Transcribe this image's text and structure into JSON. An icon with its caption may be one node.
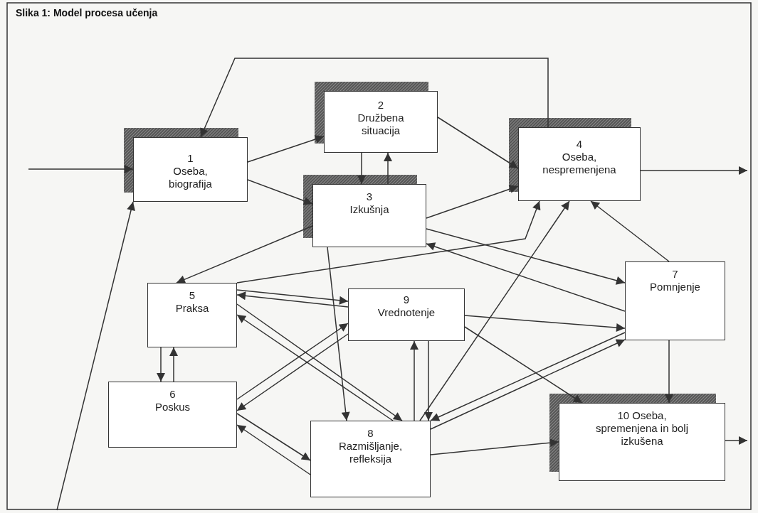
{
  "diagram": {
    "title": "Slika 1: Model procesa učenja",
    "nodes": [
      {
        "text": [
          "1",
          "Oseba, biografija"
        ]
      },
      {
        "text": [
          "2",
          "Družbena situacija"
        ]
      },
      {
        "text": [
          "3",
          "Izkušnja"
        ]
      },
      {
        "text": [
          "4",
          "Oseba, nespremenjena"
        ]
      },
      {
        "text": [
          "5",
          "Praksa"
        ]
      },
      {
        "text": [
          "6",
          "Poskus"
        ]
      },
      {
        "text": [
          "9",
          "Vrednotenje"
        ]
      },
      {
        "text": [
          "7",
          "Pomnjenje"
        ]
      },
      {
        "text": [
          "8",
          "Razmišljanje, refleksija"
        ]
      },
      {
        "text": [
          "10 Oseba, spremenjena in bolj izkušena"
        ]
      }
    ],
    "edges": [
      {
        "from": null,
        "to": 0,
        "arrow": "to"
      },
      {
        "from": null,
        "to": 0,
        "arrow": "to"
      },
      {
        "from": 0,
        "to": 1,
        "arrow": "to"
      },
      {
        "from": 0,
        "to": 2,
        "arrow": "to"
      },
      {
        "from": 1,
        "to": 2,
        "arrow": "to"
      },
      {
        "from": 2,
        "to": 1,
        "arrow": "to"
      },
      {
        "from": 1,
        "to": 3,
        "arrow": "to"
      },
      {
        "from": 2,
        "to": 3,
        "arrow": "to"
      },
      {
        "from": 3,
        "to": 0,
        "arrow": "to"
      },
      {
        "from": 3,
        "to": null,
        "arrow": "to"
      },
      {
        "from": 9,
        "to": null,
        "arrow": "to"
      },
      {
        "from": 2,
        "to": 4,
        "arrow": "to"
      },
      {
        "from": 4,
        "to": 3,
        "arrow": "to"
      },
      {
        "from": 2,
        "to": 7,
        "arrow": "to"
      },
      {
        "from": 7,
        "to": 2,
        "arrow": "to"
      },
      {
        "from": 4,
        "to": 6,
        "arrow": "to"
      },
      {
        "from": 6,
        "to": 4,
        "arrow": "to"
      },
      {
        "from": 4,
        "to": 8,
        "arrow": "to"
      },
      {
        "from": 8,
        "to": 4,
        "arrow": "to"
      },
      {
        "from": 6,
        "to": 5,
        "arrow": "to"
      },
      {
        "from": 5,
        "to": 6,
        "arrow": "to"
      },
      {
        "from": 5,
        "to": 8,
        "arrow": "to"
      },
      {
        "from": 8,
        "to": 5,
        "arrow": "to"
      },
      {
        "from": 4,
        "to": 5,
        "arrow": "to"
      },
      {
        "from": 5,
        "to": 4,
        "arrow": "to"
      },
      {
        "from": 2,
        "to": 8,
        "arrow": "to"
      },
      {
        "from": 8,
        "to": 6,
        "arrow": "to"
      },
      {
        "from": 6,
        "to": 8,
        "arrow": "to"
      },
      {
        "from": 8,
        "to": 3,
        "arrow": "to"
      },
      {
        "from": 7,
        "to": 3,
        "arrow": "to"
      },
      {
        "from": 6,
        "to": 7,
        "arrow": "to"
      },
      {
        "from": 6,
        "to": 9,
        "arrow": "to"
      },
      {
        "from": 8,
        "to": 7,
        "arrow": "to"
      },
      {
        "from": 7,
        "to": 8,
        "arrow": "to"
      },
      {
        "from": 7,
        "to": 9,
        "arrow": "to"
      },
      {
        "from": 8,
        "to": 9,
        "arrow": "to"
      }
    ]
  }
}
